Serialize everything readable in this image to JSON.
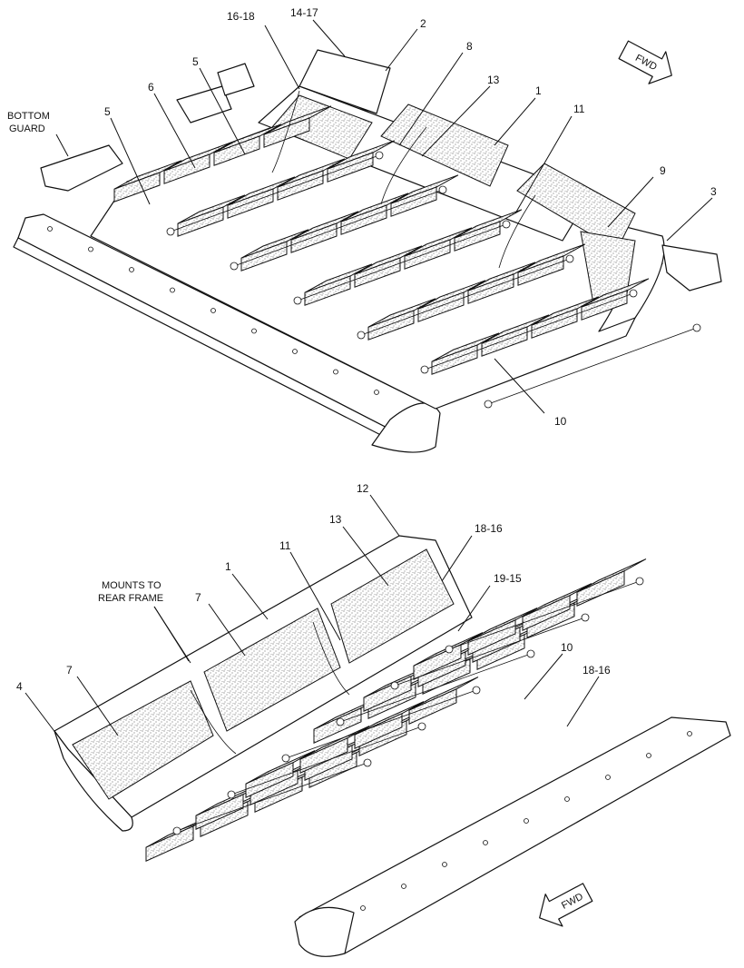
{
  "top_view": {
    "callouts": [
      {
        "text": "16-18"
      },
      {
        "text": "14-17"
      },
      {
        "text": "2"
      },
      {
        "text": "8"
      },
      {
        "text": "13"
      },
      {
        "text": "1"
      },
      {
        "text": "11"
      },
      {
        "text": "9"
      },
      {
        "text": "3"
      },
      {
        "text": "5"
      },
      {
        "text": "6"
      },
      {
        "text": "5"
      },
      {
        "text": "10"
      }
    ],
    "notes": {
      "bottom_guard_line1": "BOTTOM",
      "bottom_guard_line2": "GUARD"
    },
    "fwd": "FWD"
  },
  "bottom_view": {
    "callouts": [
      {
        "text": "12"
      },
      {
        "text": "13"
      },
      {
        "text": "18-16"
      },
      {
        "text": "11"
      },
      {
        "text": "19-15"
      },
      {
        "text": "1"
      },
      {
        "text": "7"
      },
      {
        "text": "10"
      },
      {
        "text": "4"
      },
      {
        "text": "7"
      },
      {
        "text": "18-16"
      }
    ],
    "notes": {
      "mounts_line1": "MOUNTS TO",
      "mounts_line2": "REAR FRAME"
    },
    "fwd": "FWD"
  }
}
